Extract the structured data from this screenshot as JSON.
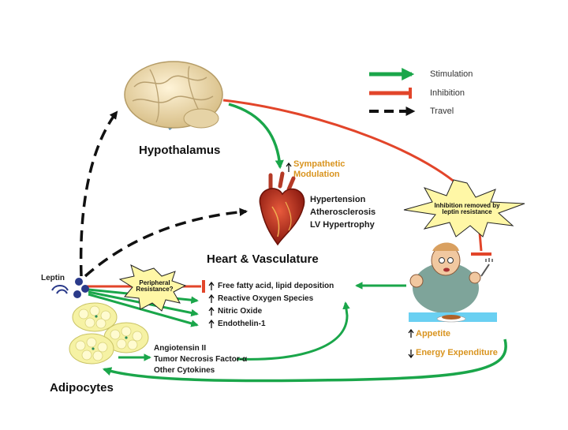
{
  "legend": {
    "stimulation": "Stimulation",
    "inhibition": "Inhibition",
    "travel": "Travel"
  },
  "nodes": {
    "hypothalamus": "Hypothalamus",
    "heart": "Heart & Vasculature",
    "adipocytes": "Adipocytes",
    "leptin": "Leptin"
  },
  "sympathetic": [
    "Sympathetic",
    "Modulation"
  ],
  "heart_effects": [
    "Hypertension",
    "Atherosclerosis",
    "LV Hypertrophy"
  ],
  "vascular_effects": [
    "Free fatty acid, lipid deposition",
    "Reactive Oxygen Species",
    "Nitric Oxide",
    "Endothelin-1"
  ],
  "cytokines": [
    "Angiotensin II",
    "Tumor Necrosis Factor-α",
    "Other Cytokines"
  ],
  "peripheral_star": "Peripheral Resistance?",
  "inhibition_star": "Inhibition removed by leptin resistance",
  "person_effects": {
    "appetite": "Appetite",
    "energy": "Energy Expenditure"
  },
  "colors": {
    "stimulation": "#1aa64a",
    "inhibition": "#e2452a",
    "travel": "#111111",
    "star_fill": "#fff7a6",
    "orange_text": "#d9941f"
  },
  "icons": {
    "brain": "brain-icon",
    "heart": "heart-icon",
    "person": "obese-man-eating-icon",
    "fat_cells": "fat-cell-icon",
    "leptin": "leptin-molecule-icon"
  }
}
